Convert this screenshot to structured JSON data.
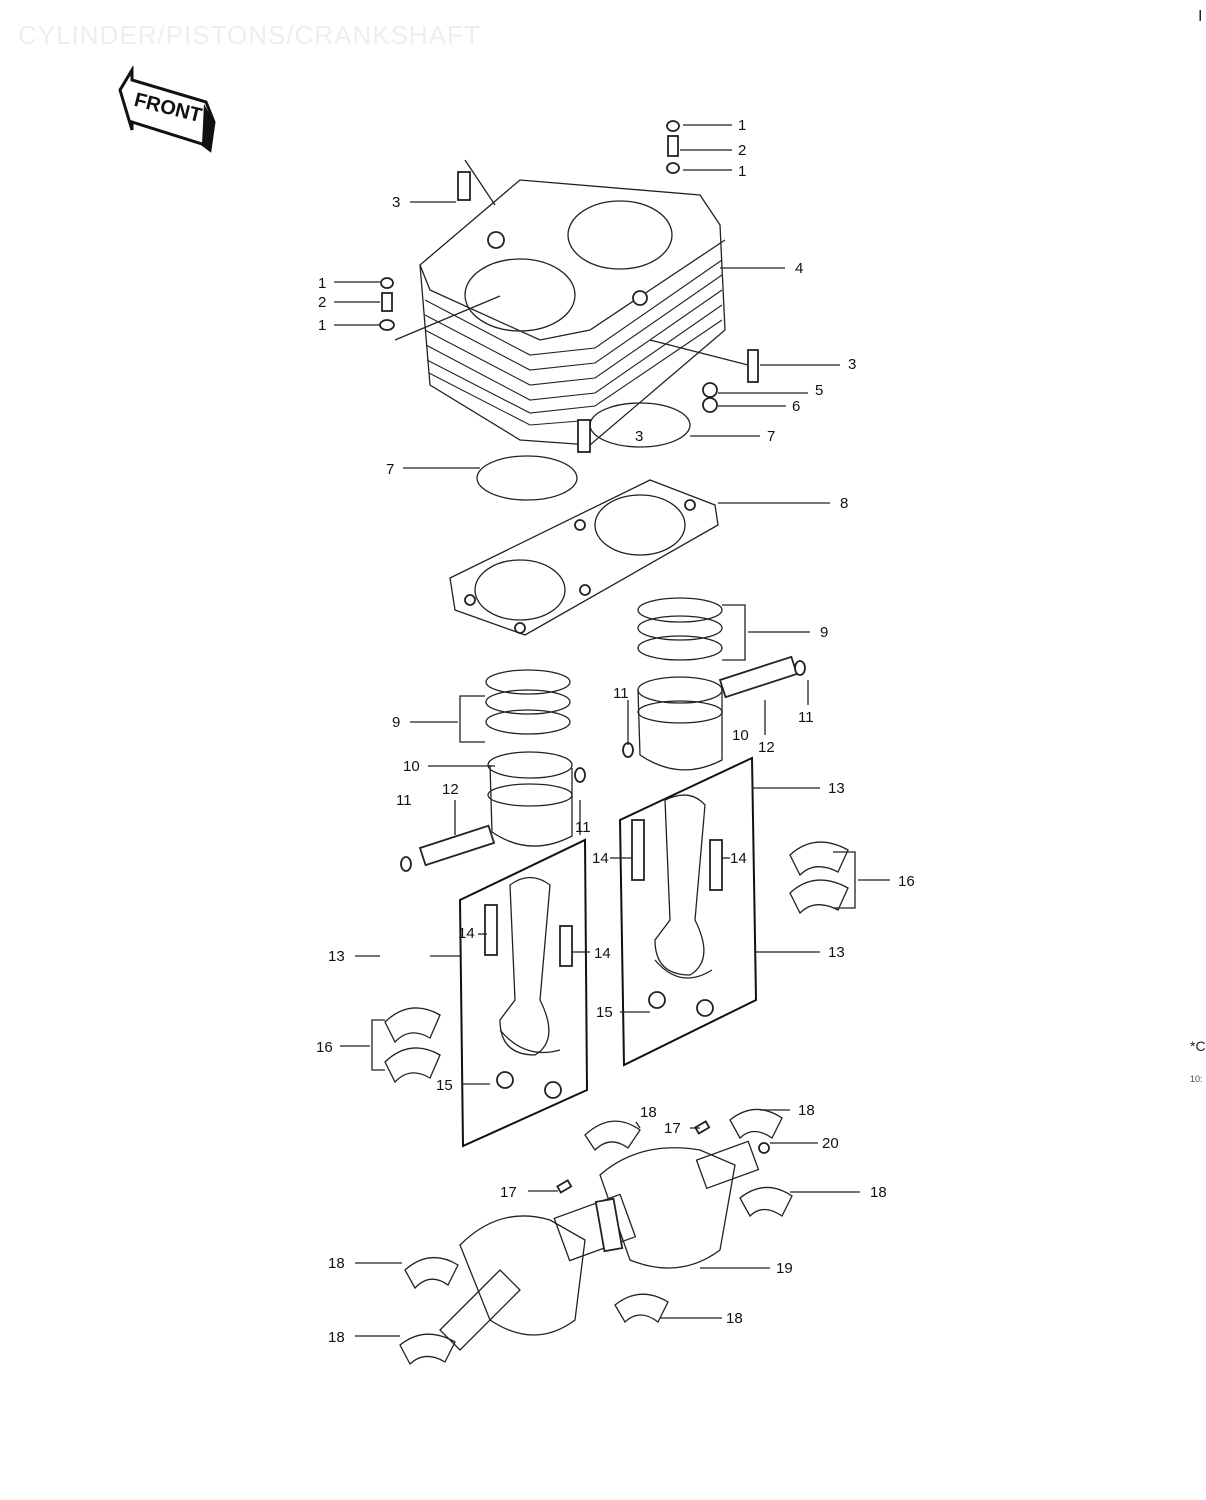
{
  "title": "CYLINDER/PISTONS/CRANKSHAFT",
  "front_label": "FRONT",
  "edge_marks": [
    "I",
    "*C",
    "10:"
  ],
  "callouts": [
    {
      "id": "c1a",
      "text": "1"
    },
    {
      "id": "c2a",
      "text": "2"
    },
    {
      "id": "c1b",
      "text": "1"
    },
    {
      "id": "c3a",
      "text": "3"
    },
    {
      "id": "c4",
      "text": "4"
    },
    {
      "id": "c1c",
      "text": "1"
    },
    {
      "id": "c2b",
      "text": "2"
    },
    {
      "id": "c1d",
      "text": "1"
    },
    {
      "id": "c3b",
      "text": "3"
    },
    {
      "id": "c5",
      "text": "5"
    },
    {
      "id": "c6",
      "text": "6"
    },
    {
      "id": "c3c",
      "text": "3"
    },
    {
      "id": "c7a",
      "text": "7"
    },
    {
      "id": "c7b",
      "text": "7"
    },
    {
      "id": "c8",
      "text": "8"
    },
    {
      "id": "c9a",
      "text": "9"
    },
    {
      "id": "c11a",
      "text": "11"
    },
    {
      "id": "c11b",
      "text": "11"
    },
    {
      "id": "c10a",
      "text": "10"
    },
    {
      "id": "c12a",
      "text": "12"
    },
    {
      "id": "c9b",
      "text": "9"
    },
    {
      "id": "c10b",
      "text": "10"
    },
    {
      "id": "c11c",
      "text": "11"
    },
    {
      "id": "c12b",
      "text": "12"
    },
    {
      "id": "c11d",
      "text": "11"
    },
    {
      "id": "c13a",
      "text": "13"
    },
    {
      "id": "c14a",
      "text": "14"
    },
    {
      "id": "c14b",
      "text": "14"
    },
    {
      "id": "c16a",
      "text": "16"
    },
    {
      "id": "c14c",
      "text": "14"
    },
    {
      "id": "c14d",
      "text": "14"
    },
    {
      "id": "c13b",
      "text": "13"
    },
    {
      "id": "c13c",
      "text": "13"
    },
    {
      "id": "c15a",
      "text": "15"
    },
    {
      "id": "c16b",
      "text": "16"
    },
    {
      "id": "c15b",
      "text": "15"
    },
    {
      "id": "c18a",
      "text": "18"
    },
    {
      "id": "c17a",
      "text": "17"
    },
    {
      "id": "c18b",
      "text": "18"
    },
    {
      "id": "c20",
      "text": "20"
    },
    {
      "id": "c17b",
      "text": "17"
    },
    {
      "id": "c18c",
      "text": "18"
    },
    {
      "id": "c18d",
      "text": "18"
    },
    {
      "id": "c19",
      "text": "19"
    },
    {
      "id": "c18e",
      "text": "18"
    },
    {
      "id": "c18f",
      "text": "18"
    }
  ]
}
